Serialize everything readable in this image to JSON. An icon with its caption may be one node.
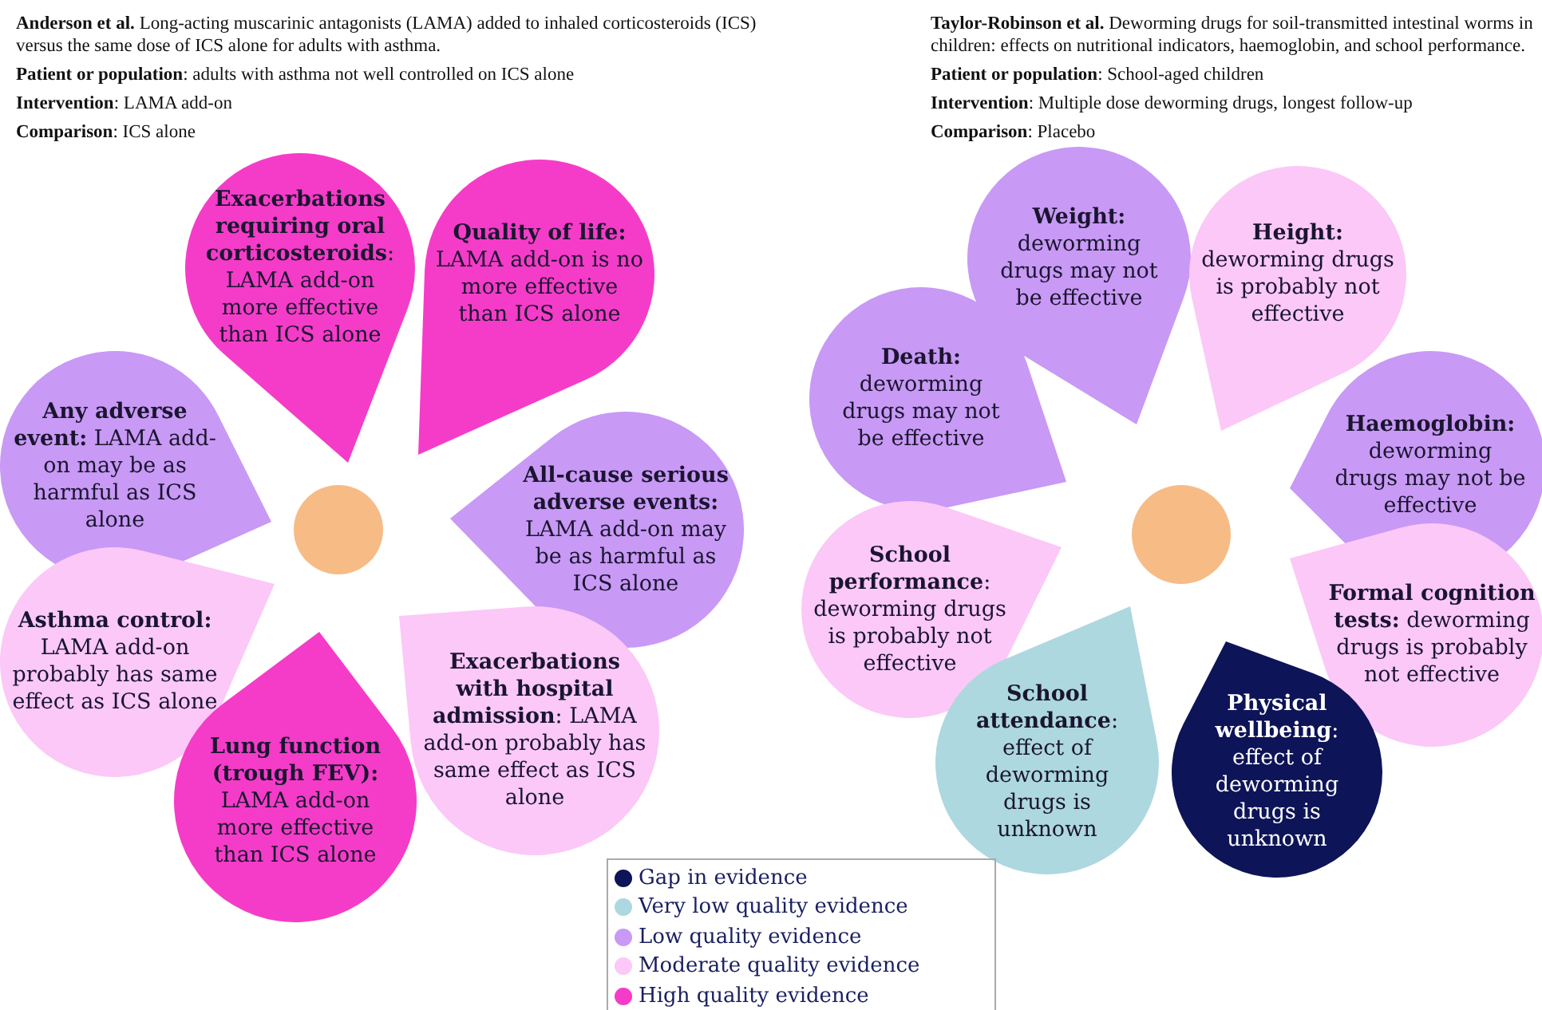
{
  "diagram": {
    "nodes": [
      {
        "text": [
          "**Exacerbations requiring oral corticosteroids**: LAMA add-on more effective than ICS alone"
        ]
      },
      {
        "text": [
          "**Quality of life:** LAMA add-on is no more effective than ICS alone"
        ]
      },
      {
        "text": [
          "**Any adverse event:** LAMA add-on may be as harmful as ICS alone"
        ]
      },
      {
        "text": [
          "**All-cause serious adverse events:** LAMA add-on may be as harmful as ICS alone"
        ]
      },
      {
        "text": [
          "**Asthma control:** LAMA add-on probably has same effect as ICS alone"
        ]
      },
      {
        "text": [
          "**Exacerbations with hospital admission**: LAMA add-on probably has same effect as ICS alone"
        ]
      },
      {
        "text": [
          "**Lung function (trough FEV):** LAMA add-on more effective than ICS alone"
        ]
      },
      {
        "text": [],
        "shape": "circle"
      },
      {
        "text": [
          "**Weight:** deworming drugs may not be effective"
        ]
      },
      {
        "text": [
          "**Height:** deworming drugs is probably not effective"
        ]
      },
      {
        "text": [
          "**Death:** deworming drugs may not be effective"
        ]
      },
      {
        "text": [
          "**Haemoglobin:** deworming drugs may not be effective"
        ]
      },
      {
        "text": [
          "**School performance**: deworming drugs is probably not effective"
        ]
      },
      {
        "text": [
          "**Formal cognition tests:** deworming drugs is probably not effective"
        ]
      },
      {
        "text": [
          "**School attendance**: effect of deworming drugs is unknown"
        ]
      },
      {
        "text": [
          "**Physical wellbeing**: effect of deworming drugs is unknown"
        ]
      },
      {
        "text": [],
        "shape": "circle"
      }
    ],
    "edges": [],
    "labels": [
      "**Anderson et al.** Long-acting muscarinic antagonists (LAMA) added to inhaled corticosteroids (ICS) versus the same dose of ICS alone for adults with asthma.",
      "**Patient or population**: adults with asthma not well controlled on ICS alone",
      "**Intervention**: LAMA add-on",
      "**Comparison**: ICS alone",
      "**Taylor-Robinson et al.** Deworming drugs for soil-transmitted intestinal worms in children: effects on nutritional indicators, haemoglobin, and school performance.",
      "**Patient or population**: School-aged children",
      "**Intervention**: Multiple dose deworming drugs, longest follow-up",
      "**Comparison**: Placebo"
    ],
    "legend": [
      {
        "text": "Gap in evidence",
        "color": "#0d1457"
      },
      {
        "text": "Very low quality evidence",
        "color": "#add8e0"
      },
      {
        "text": "Low quality evidence",
        "color": "#c899f5"
      },
      {
        "text": "Moderate quality evidence",
        "color": "#fbc8f8"
      },
      {
        "text": "High quality evidence",
        "color": "#f53cc8"
      }
    ]
  }
}
